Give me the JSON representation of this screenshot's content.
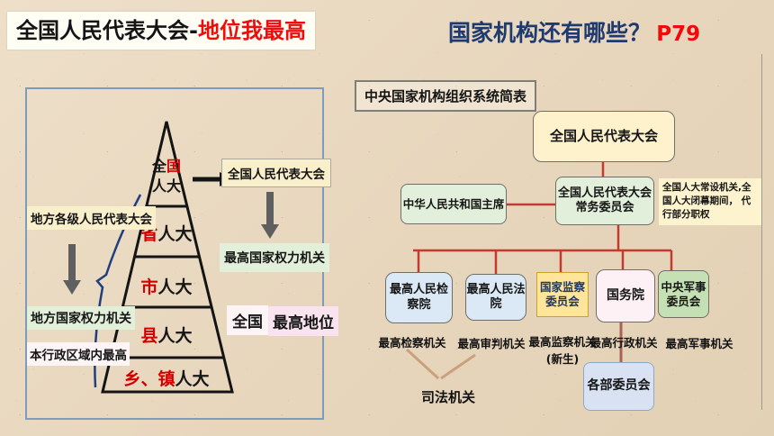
{
  "header": {
    "title_black": "全国人民代表大会-",
    "title_red": "地位我最高",
    "question": "国家机构还有哪些？",
    "page_ref": "P79"
  },
  "colors": {
    "accent_red": "#ee0c0c",
    "question_blue": "#1e3a6e",
    "connector_red": "#c23b2e",
    "panel_border_blue": "#7b9cbb",
    "supervisory_text_blue": "#1f3864"
  },
  "pyramid_panel": {
    "levels": [
      {
        "black1": "全",
        "red": "国",
        "line2": "人大"
      },
      {
        "red": "省",
        "black": "人大"
      },
      {
        "red": "市",
        "black": "人大"
      },
      {
        "red": "县",
        "black": "人大"
      },
      {
        "red": "乡、镇",
        "black": "人大"
      }
    ],
    "left_flow": {
      "top": "地方各级人民代表大会",
      "middle": "地方国家权力机关",
      "bottom": "本行政区域内最高"
    },
    "right_flow": {
      "top": "全国人民代表大会",
      "middle": "最高国家权力机关",
      "scope": "全国",
      "status": "最高地位"
    }
  },
  "org_chart": {
    "title": "中央国家机构组织系统简表",
    "npc": "全国人民代表大会",
    "president": "中华人民共和国主席",
    "standing_l1": "全国人民代表大会",
    "standing_l2": "常务委员会",
    "note": "全国人大常设机关,全国人大闭幕期间， 代行部分职权",
    "procuratorate": "最高人民检察院",
    "court": "最高人民法院",
    "supervisory": "国家监察委员会",
    "state_council": "国务院",
    "military": "中央军事委员会",
    "ministries": "各部委员会",
    "cap_procuratorate": "最高检察机关",
    "cap_court": "最高审判机关",
    "cap_supervisory": "最高监察机关",
    "cap_supervisory_extra": "(新生)",
    "cap_state_council": "最高行政机关",
    "cap_military": "最高军事机关",
    "judicial": "司法机关"
  }
}
